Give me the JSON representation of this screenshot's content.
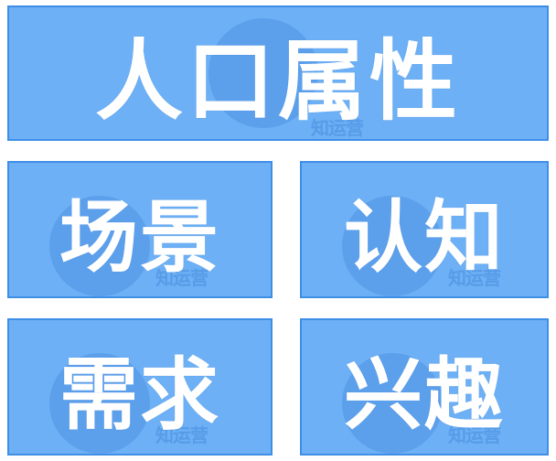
{
  "tiles": {
    "main": {
      "label": "人口属性",
      "watermark": "知运营"
    },
    "row1_left": {
      "label": "场景",
      "watermark": "知运营"
    },
    "row1_right": {
      "label": "认知",
      "watermark": "知运营"
    },
    "row2_left": {
      "label": "需求",
      "watermark": "知运营"
    },
    "row2_right": {
      "label": "兴趣",
      "watermark": "知运营"
    }
  },
  "colors": {
    "tile_fill": "#6db0f5",
    "tile_border": "#3f8ee6",
    "label": "#ffffff",
    "background": "#ffffff"
  }
}
